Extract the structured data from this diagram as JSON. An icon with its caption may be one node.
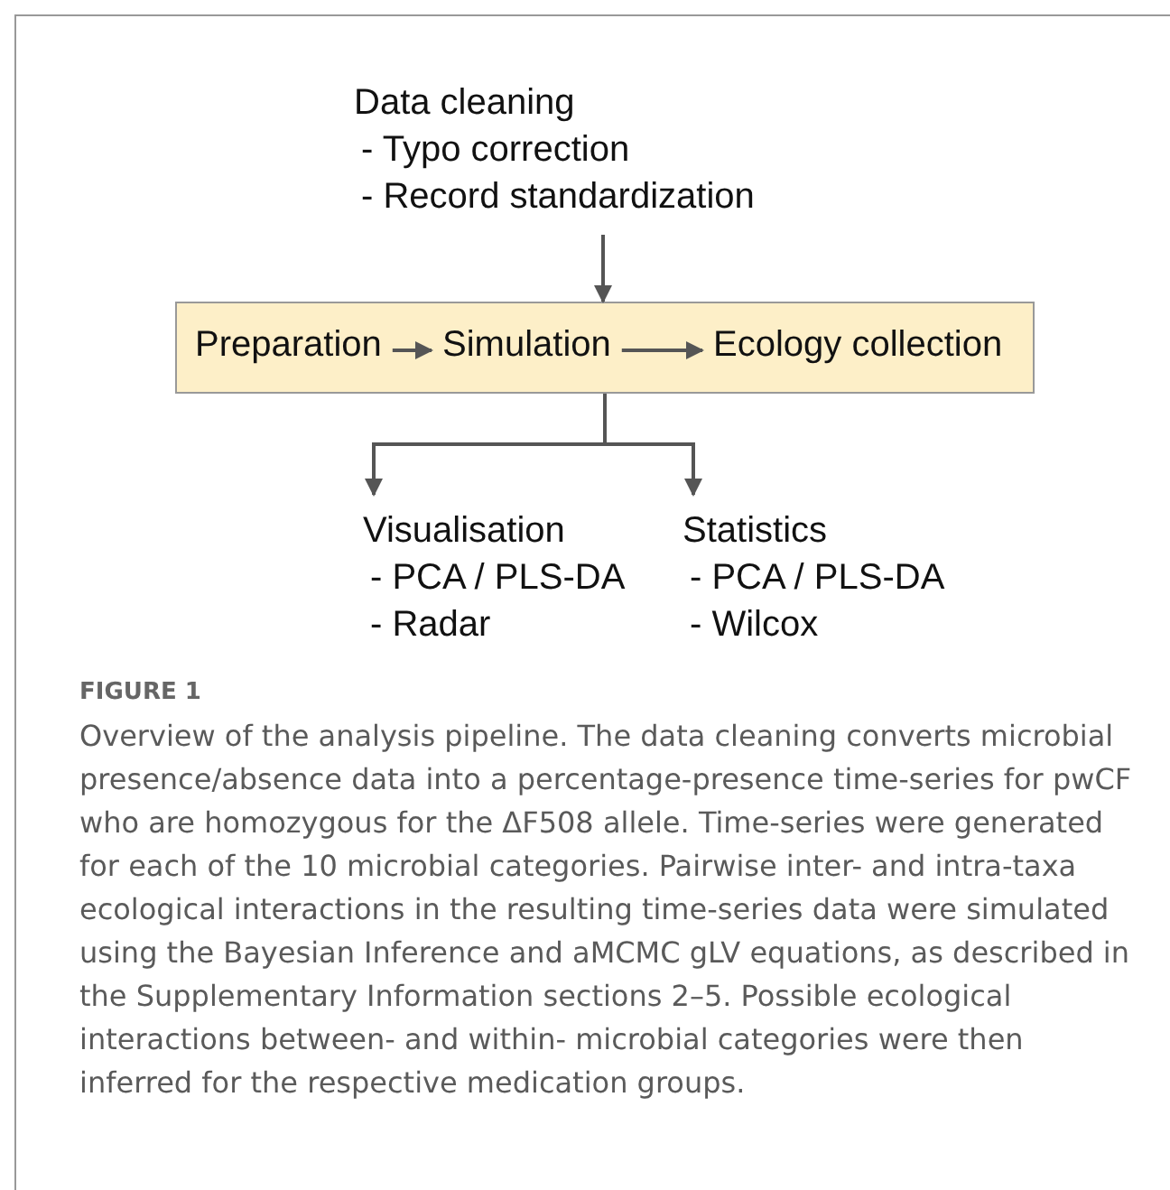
{
  "diagram": {
    "caption": "Overview of the analysis pipeline. The data cleaning converts microbial presence/absence data into a percentage-presence time-series for pwCF who are homozygous for the ΔF508 allele. Time-series were generated for each of the 10 microbial categories. Pairwise inter- and intra-taxa ecological interactions in the resulting time-series data were simulated using the Bayesian Inference and aMCMC gLV equations, as described in the Supplementary Information sections 2–5. Possible ecological interactions between- and within- microbial categories were then inferred for the respective medication groups.",
    "nodes": [
      {
        "text": [
          "Data cleaning",
          "- Typo correction",
          "- Record standardization"
        ]
      },
      {
        "text": [],
        "shape": "box"
      },
      {
        "text": [
          "Preparation"
        ],
        "in": 1
      },
      {
        "text": [
          "Simulation"
        ],
        "in": 1
      },
      {
        "text": [
          "Ecology collection"
        ],
        "in": 1
      },
      {
        "text": [
          "Visualisation",
          "- PCA / PLS-DA",
          "- Radar"
        ]
      },
      {
        "text": [
          "Statistics",
          "- PCA / PLS-DA",
          "- Wilcox"
        ]
      }
    ],
    "edges": [
      {
        "from": 0,
        "to": 1,
        "arrow": "to"
      },
      {
        "from": 2,
        "to": 3,
        "arrow": "to"
      },
      {
        "from": 3,
        "to": 4,
        "arrow": "to"
      },
      {
        "from": 1,
        "to": 5,
        "arrow": "to"
      },
      {
        "from": 1,
        "to": 6,
        "arrow": "to"
      }
    ],
    "labels": [
      "FIGURE 1"
    ]
  }
}
